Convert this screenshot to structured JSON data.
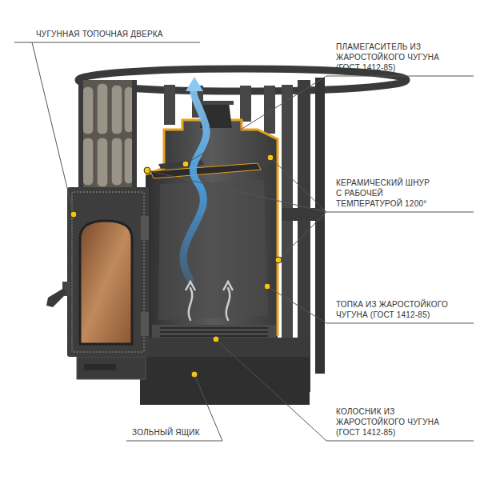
{
  "diagram": {
    "labels": [
      "ЧУГУННАЯ ТОПОЧНАЯ ДВЕРКА",
      "ПЛАМЕГАСИТЕЛЬ ИЗ ЖАРОСТОЙКОГО ЧУГУНА (ГОСТ 1412-85)",
      "КЕРАМИЧЕСКИЙ ШНУР С РАБОЧЕЙ ТЕМПЕРАТУРОЙ 1200°",
      "ТОПКА ИЗ ЖАРОСТОЙКОГО ЧУГУНА (ГОСТ 1412-85)",
      "КОЛОСНИК ИЗ ЖАРОСТОЙКОГО ЧУГУНА (ГОСТ 1412-85)",
      "ЗОЛЬНЫЙ ЯЩИК"
    ]
  }
}
